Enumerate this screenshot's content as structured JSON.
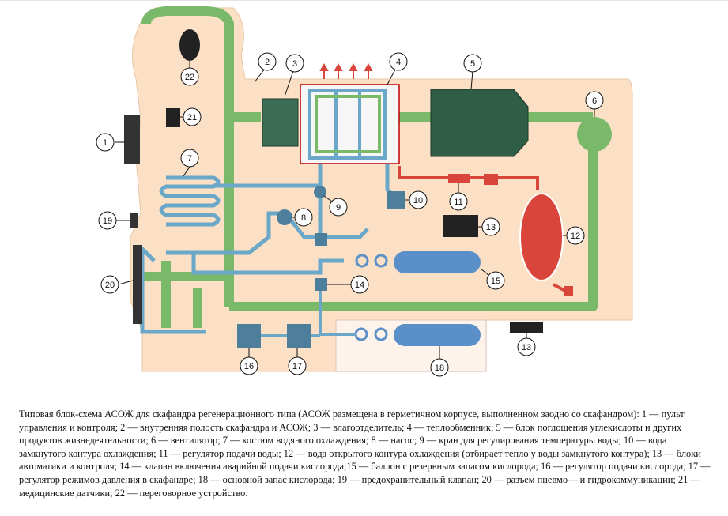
{
  "diagram": {
    "callouts": [
      "1",
      "2",
      "3",
      "4",
      "5",
      "6",
      "7",
      "8",
      "9",
      "10",
      "11",
      "12",
      "13",
      "13",
      "14",
      "15",
      "16",
      "17",
      "18",
      "19",
      "20",
      "21",
      "22"
    ]
  },
  "colors": {
    "background": "#fbe0c6",
    "green_loop": "#7ab86a",
    "water_loop": "#6aa7c9",
    "red_loop": "#d9453a",
    "oxygen_tank": "#5b8fc8",
    "absorber": "#2f5d45"
  },
  "caption": "Типовая блок-схема АСОЖ для скафандра регенерационного типа (АСОЖ размещена в герметичном корпусе, выполненном заодно со скафандром): 1 — пульт управления и контроля; 2 — внутренняя полость скафандра и АСОЖ; 3 — влагоотделитель; 4 — теплообменник; 5 — блок поглощения углекислоты и других продуктов жизнедеятельности; 6 — вентилятор; 7 — костюм водяного охлаждения; 8 — насос; 9 — кран для регулирования температуры воды; 10 — вода замкнутого контура охлаждения; 11 — регулятор подачи воды; 12 — вода открытого контура охлаждения (отбирает тепло у воды замкнутого контура); 13 — блоки автоматики и контроля; 14 — клапан включения аварийной подачи кислорода;15 — баллон с резервным запасом кислорода; 16 — регулятор подачи кислорода; 17 — регулятор режимов давления в скафандре; 18 — основной запас кислорода; 19 — предохранительный клапан; 20 — разъем пневмо— и гидрокоммуникации; 21 — медицинские датчики; 22 — переговорное устройство."
}
